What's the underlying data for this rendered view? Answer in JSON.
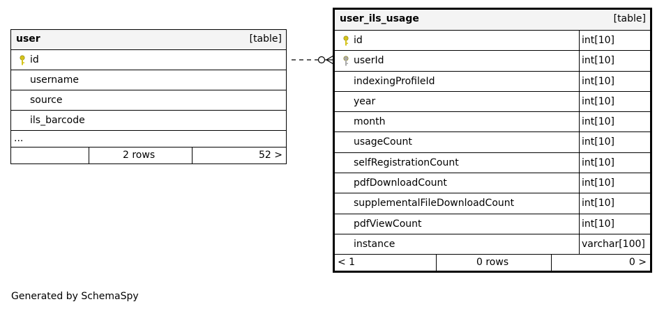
{
  "tables": {
    "user": {
      "name": "user",
      "kind": "[table]",
      "columns": [
        {
          "name": "id",
          "key": "primary"
        },
        {
          "name": "username",
          "key": "none"
        },
        {
          "name": "source",
          "key": "none"
        },
        {
          "name": "ils_barcode",
          "key": "none"
        }
      ],
      "more": "...",
      "footer": {
        "left": "",
        "middle": "2 rows",
        "right": "52 >"
      }
    },
    "user_ils_usage": {
      "name": "user_ils_usage",
      "kind": "[table]",
      "columns": [
        {
          "name": "id",
          "type": "int[10]",
          "key": "primary"
        },
        {
          "name": "userId",
          "type": "int[10]",
          "key": "foreign"
        },
        {
          "name": "indexingProfileId",
          "type": "int[10]",
          "key": "none"
        },
        {
          "name": "year",
          "type": "int[10]",
          "key": "none"
        },
        {
          "name": "month",
          "type": "int[10]",
          "key": "none"
        },
        {
          "name": "usageCount",
          "type": "int[10]",
          "key": "none"
        },
        {
          "name": "selfRegistrationCount",
          "type": "int[10]",
          "key": "none"
        },
        {
          "name": "pdfDownloadCount",
          "type": "int[10]",
          "key": "none"
        },
        {
          "name": "supplementalFileDownloadCount",
          "type": "int[10]",
          "key": "none"
        },
        {
          "name": "pdfViewCount",
          "type": "int[10]",
          "key": "none"
        },
        {
          "name": "instance",
          "type": "varchar[100]",
          "key": "none"
        }
      ],
      "footer": {
        "left": "< 1",
        "middle": "0 rows",
        "right": "0 >"
      }
    }
  },
  "colors": {
    "primary_key": "#d4c31a",
    "foreign_key": "#aaaaaa",
    "header_bg": "#f4f4f4"
  },
  "footer_text": "Generated by SchemaSpy"
}
